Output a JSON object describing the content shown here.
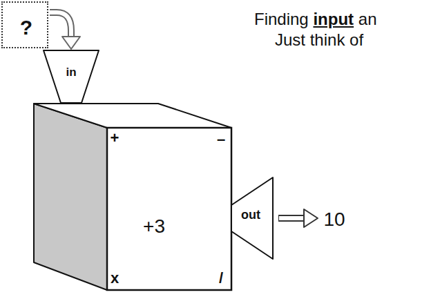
{
  "diagram": {
    "nodes": [
      {
        "text": [
          "?"
        ]
      },
      {
        "text": [
          "in"
        ]
      },
      {
        "text": [
          "+",
          "–",
          "+3",
          "x",
          "/"
        ]
      },
      {
        "text": [
          "out"
        ]
      }
    ],
    "edges": [
      {
        "from": 0,
        "to": 1,
        "arrow": "to"
      }
    ],
    "labels": [
      "Finding",
      "input",
      "an",
      "Just think of",
      "10"
    ]
  }
}
